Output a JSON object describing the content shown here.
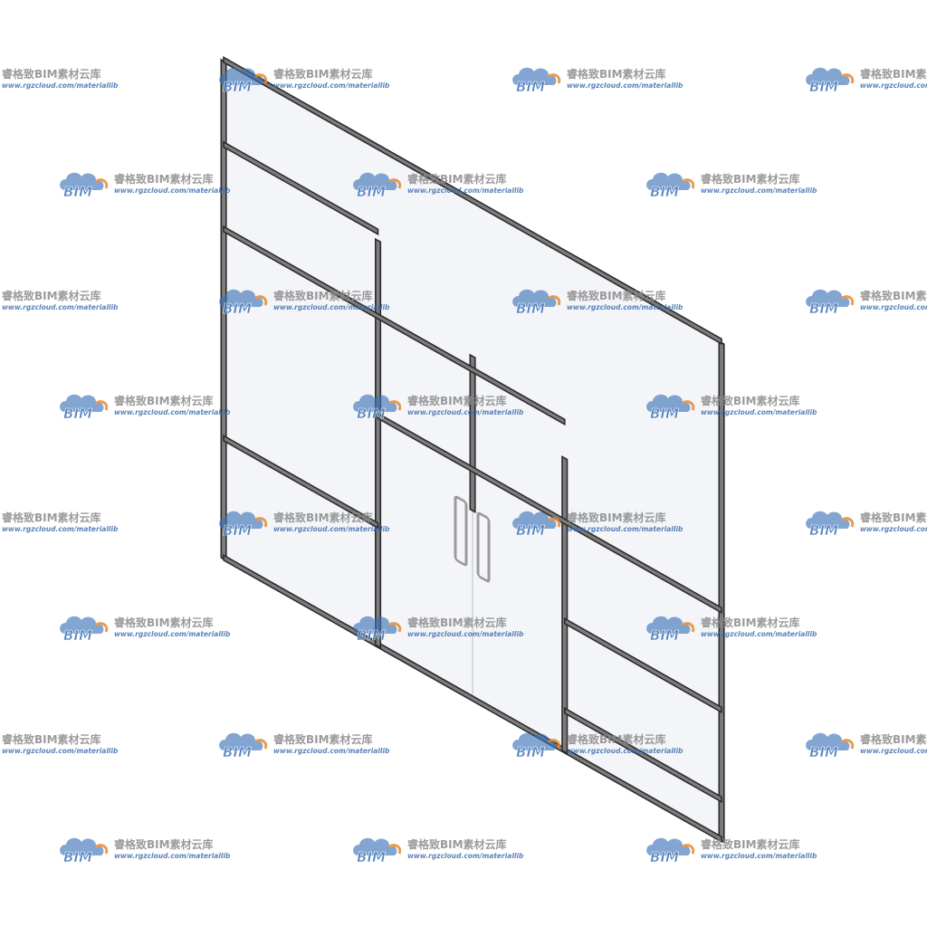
{
  "watermark": {
    "logo_text": "BIM",
    "title": "睿格致BIM素材云库",
    "url": "www.rgzcloud.com/materiallib",
    "colors": {
      "logo_blue": "#3d73b8",
      "logo_orange": "#e98a2c",
      "text_gray": "#8a8a8a",
      "url_blue": "#3d6fae"
    }
  },
  "model": {
    "subject": "glass-partition-wall-with-double-door",
    "colors": {
      "frame_face": "#7d7d7d",
      "frame_edge": "#2b2b2b",
      "glass": "#eef1f5",
      "handle": "#9b9b9b"
    }
  }
}
